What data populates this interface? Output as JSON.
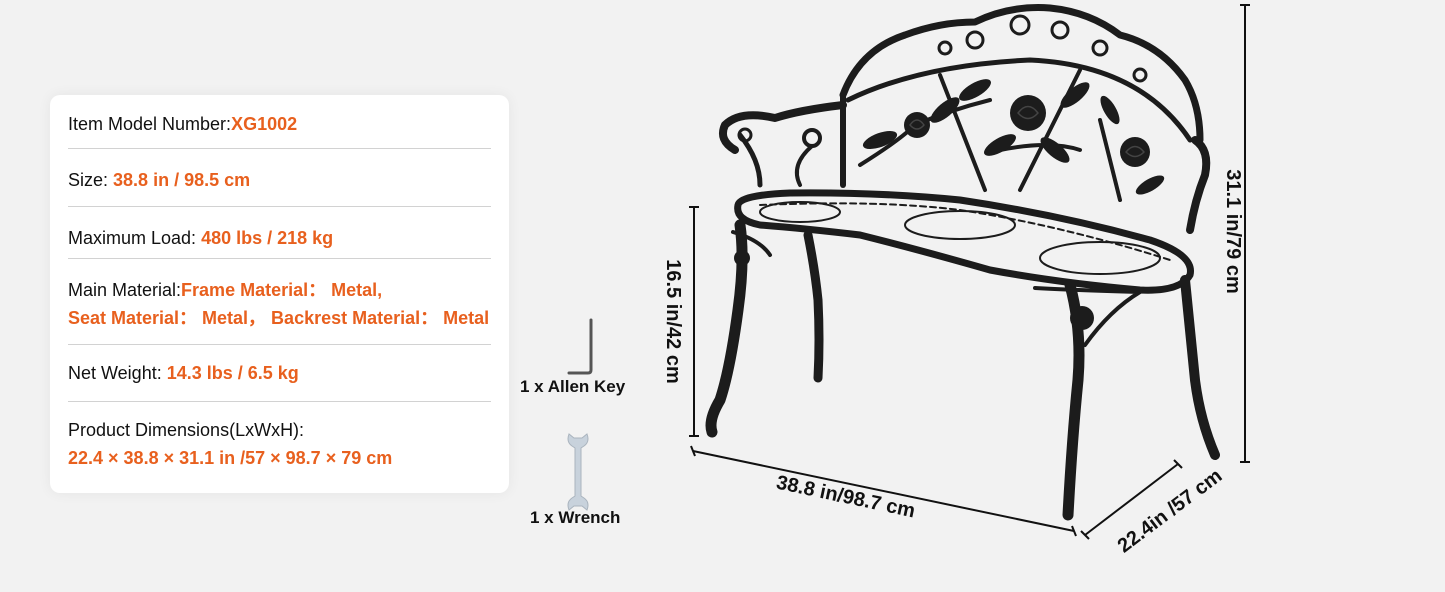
{
  "specs": {
    "model": {
      "label": "Item Model Number:",
      "value": "XG1002"
    },
    "size": {
      "label": "Size: ",
      "value": "38.8 in / 98.5 cm"
    },
    "max_load": {
      "label": "Maximum Load: ",
      "value": "480 lbs  / 218 kg"
    },
    "material": {
      "label": "Main Material:",
      "value_line1": "Frame Material： Metal,",
      "value_line2": "Seat Material： Metal， Backrest Material： Metal"
    },
    "net_weight": {
      "label": "Net Weight: ",
      "value": "14.3 lbs / 6.5 kg"
    },
    "dimensions": {
      "label": "Product Dimensions(LxWxH):",
      "value": "22.4 × 38.8 × 31.1 in /57 × 98.7 × 79 cm"
    }
  },
  "accessories": [
    {
      "icon": "allen-key-icon",
      "label": "1 x Allen Key"
    },
    {
      "icon": "wrench-icon",
      "label": "1 x Wrench"
    }
  ],
  "measurements": {
    "height_total": "31.1 in/79  cm",
    "seat_height": "16.5 in/42  cm",
    "length": "38.8 in/98.7 cm",
    "depth": "22.4in /57 cm"
  },
  "colors": {
    "accent": "#e8601e",
    "background": "#f2f2f2",
    "card": "#ffffff",
    "metal": "#1c1c1c"
  }
}
